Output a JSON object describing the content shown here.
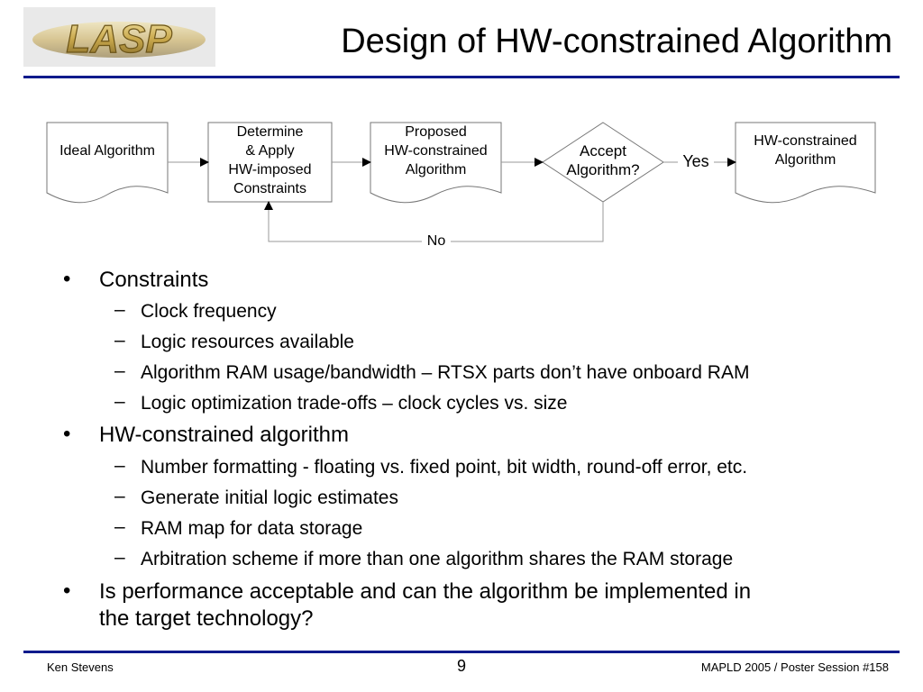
{
  "header": {
    "logo_text": "LASP",
    "title": "Design of HW-constrained Algorithm"
  },
  "flow": {
    "ideal": "Ideal Algorithm",
    "determine": [
      "Determine",
      "& Apply",
      "HW-imposed",
      "Constraints"
    ],
    "proposed": [
      "Proposed",
      "HW-constrained",
      "Algorithm"
    ],
    "accept": [
      "Accept",
      "Algorithm?"
    ],
    "yes": "Yes",
    "no": "No",
    "final": [
      "HW-constrained",
      "Algorithm"
    ]
  },
  "bullets": {
    "b1": "Constraints",
    "b1_1": "Clock frequency",
    "b1_2": "Logic resources available",
    "b1_3": "Algorithm RAM usage/bandwidth – RTSX parts don’t have onboard RAM",
    "b1_4": "Logic optimization trade-offs – clock cycles vs. size",
    "b2": "HW-constrained algorithm",
    "b2_1": "Number formatting - floating vs. fixed point, bit width, round-off error, etc.",
    "b2_2": "Generate initial logic estimates",
    "b2_3": "RAM map for data storage",
    "b2_4": "Arbitration scheme if more than one algorithm shares the RAM storage",
    "b3_line1": "Is performance acceptable and can the algorithm be implemented in",
    "b3_line2": "the target technology?"
  },
  "footer": {
    "author": "Ken Stevens",
    "page": "9",
    "event": "MAPLD 2005 / Poster Session #158"
  },
  "colors": {
    "rule": "#0d1a8c",
    "logo_gold": "#b89a3e",
    "shape_stroke": "#555555"
  }
}
